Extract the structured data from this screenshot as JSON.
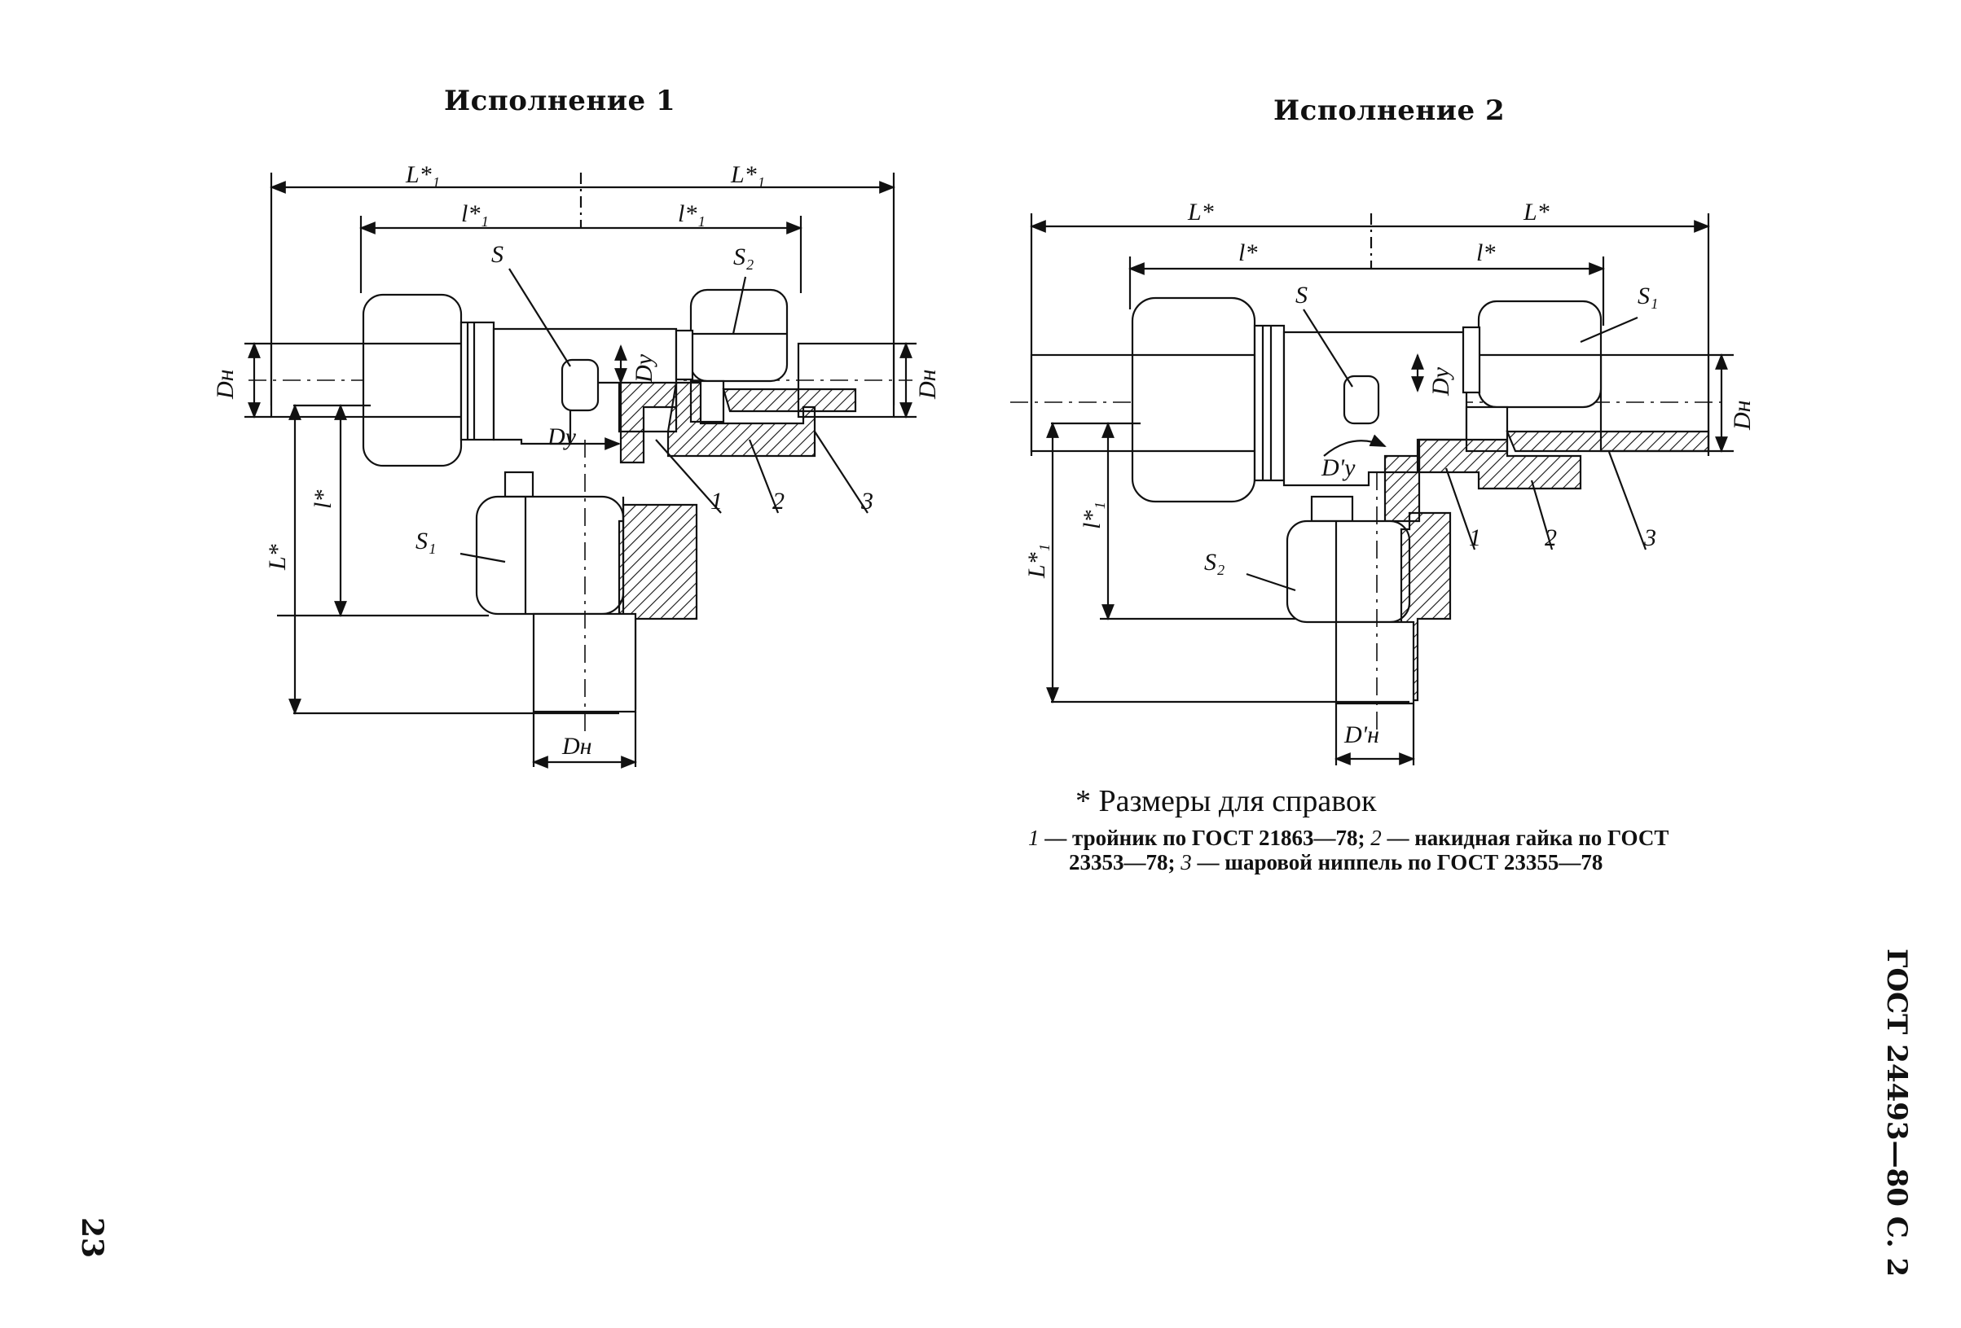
{
  "titles": {
    "variant1": "Исполнение 1",
    "variant2": "Исполнение 2"
  },
  "labels": {
    "L1_star": "L*₁",
    "l1_star": "l*₁",
    "L_star": "L*",
    "l_star": "l*",
    "S": "S",
    "S1": "S₁",
    "S2": "S₂",
    "Dn": "Dн",
    "Dn_prime": "D'н",
    "Dy": "Dy",
    "Dy_prime": "D'y",
    "part1": "1",
    "part2": "2",
    "part3": "3"
  },
  "footnote": "* Размеры для справок",
  "legend": {
    "i1": "1",
    "t1": " — тройник по ГОСТ 21863—78; ",
    "i2": "2",
    "t2": " — накидная гайка по ГОСТ",
    "t3": "23353—78; ",
    "i3": "3",
    "t4": " — шаровой ниппель по ГОСТ 23355—78"
  },
  "standard_ref": "ГОСТ 24493—80 С. 2",
  "page_number": "23"
}
